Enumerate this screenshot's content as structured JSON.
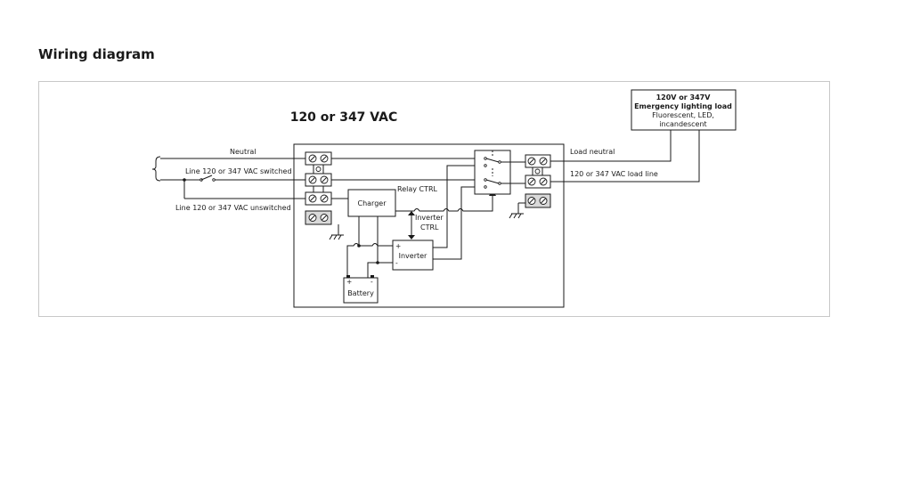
{
  "heading": "Wiring diagram",
  "diagram": {
    "title": "120 or 347 VAC",
    "load_box": {
      "line1": "120V or 347V",
      "line2": "Emergency lighting load",
      "line3": "Fluorescent, LED,",
      "line4": "incandescent"
    },
    "labels": {
      "neutral": "Neutral",
      "line_switched": "Line 120 or 347 VAC switched",
      "line_unswitched": "Line 120 or 347 VAC unswitched",
      "load_neutral": "Load neutral",
      "load_line": "120 or 347 VAC load line",
      "relay_ctrl": "Relay CTRL",
      "inverter_ctrl_1": "Inverter",
      "inverter_ctrl_2": "CTRL",
      "charger": "Charger",
      "inverter": "Inverter",
      "battery": "Battery",
      "plus": "+",
      "minus": "-"
    }
  }
}
